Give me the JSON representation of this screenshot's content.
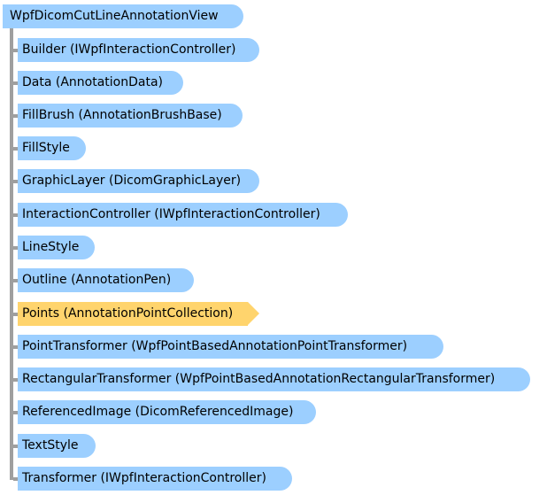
{
  "root": {
    "label": "WpfDicomCutLineAnnotationView"
  },
  "members": [
    {
      "label": "Builder (IWpfInteractionController)",
      "selected": false
    },
    {
      "label": "Data (AnnotationData)",
      "selected": false
    },
    {
      "label": "FillBrush (AnnotationBrushBase)",
      "selected": false
    },
    {
      "label": "FillStyle",
      "selected": false
    },
    {
      "label": "GraphicLayer (DicomGraphicLayer)",
      "selected": false
    },
    {
      "label": "InteractionController (IWpfInteractionController)",
      "selected": false
    },
    {
      "label": "LineStyle",
      "selected": false
    },
    {
      "label": "Outline (AnnotationPen)",
      "selected": false
    },
    {
      "label": "Points (AnnotationPointCollection)",
      "selected": true
    },
    {
      "label": "PointTransformer  (WpfPointBasedAnnotationPointTransformer)",
      "selected": false
    },
    {
      "label": "RectangularTransformer  (WpfPointBasedAnnotationRectangularTransformer)",
      "selected": false
    },
    {
      "label": "ReferencedImage (DicomReferencedImage)",
      "selected": false
    },
    {
      "label": "TextStyle",
      "selected": false
    },
    {
      "label": "Transformer (IWpfInteractionController)",
      "selected": false
    }
  ],
  "colors": {
    "node": "#9ccfff",
    "selected": "#ffd46d",
    "connector": "#9f9f9f"
  }
}
